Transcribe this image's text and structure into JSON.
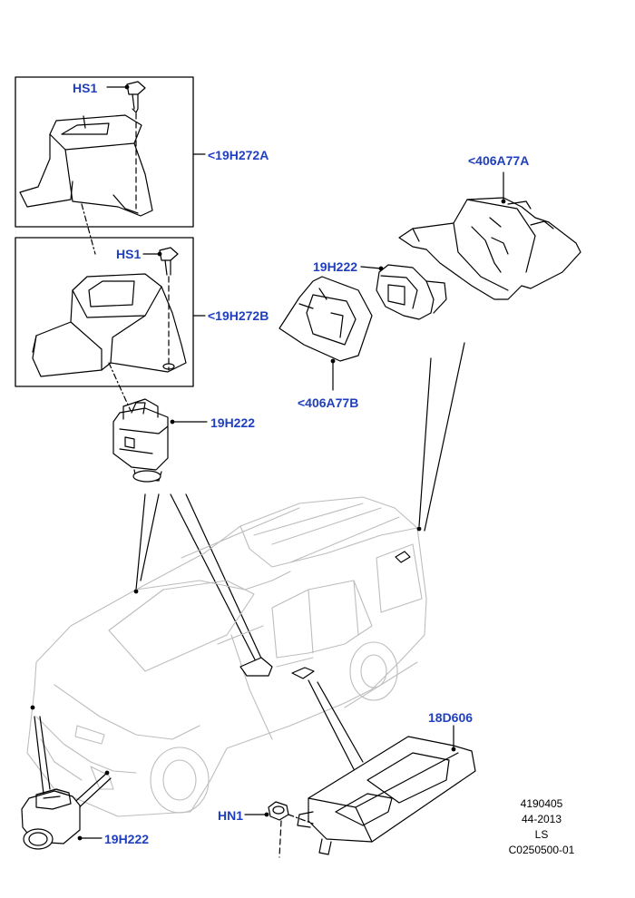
{
  "callouts": {
    "hs1_top": "HS1",
    "p19h272a": "<19H272A",
    "hs1_mid": "HS1",
    "p19h272b": "<19H272B",
    "p19h222_left": "19H222",
    "p406a77a": "<406A77A",
    "p19h222_right": "19H222",
    "p406a77b": "<406A77B",
    "p18d606": "18D606",
    "hn1": "HN1",
    "p19h222_bottom": "19H222"
  },
  "reference": {
    "line1": "4190405",
    "line2": "44-2013",
    "line3": "LS",
    "line4": "C0250500-01"
  },
  "colors": {
    "callout": "#1f3fbf",
    "linework": "#000000",
    "vehicle": "#bdbdbd"
  }
}
